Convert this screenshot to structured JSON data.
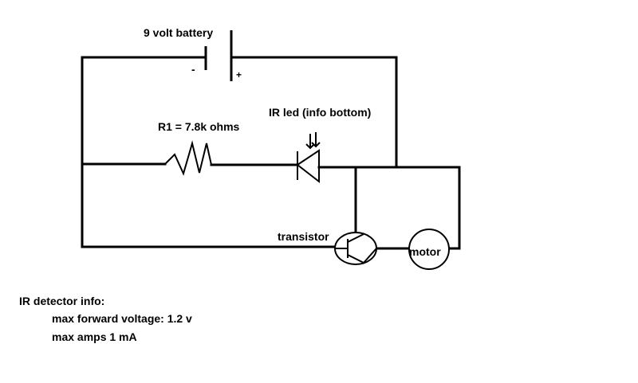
{
  "battery": {
    "label": "9 volt battery",
    "minus": "-",
    "plus": "+"
  },
  "resistor": {
    "label": "R1 = 7.8k ohms"
  },
  "led": {
    "label": "IR led (info bottom)"
  },
  "transistor": {
    "label": "transistor"
  },
  "motor": {
    "label": "motor"
  },
  "info": {
    "heading": "IR detector info:",
    "lines": [
      "max forward voltage: 1.2 v",
      "max amps 1 mA"
    ]
  }
}
